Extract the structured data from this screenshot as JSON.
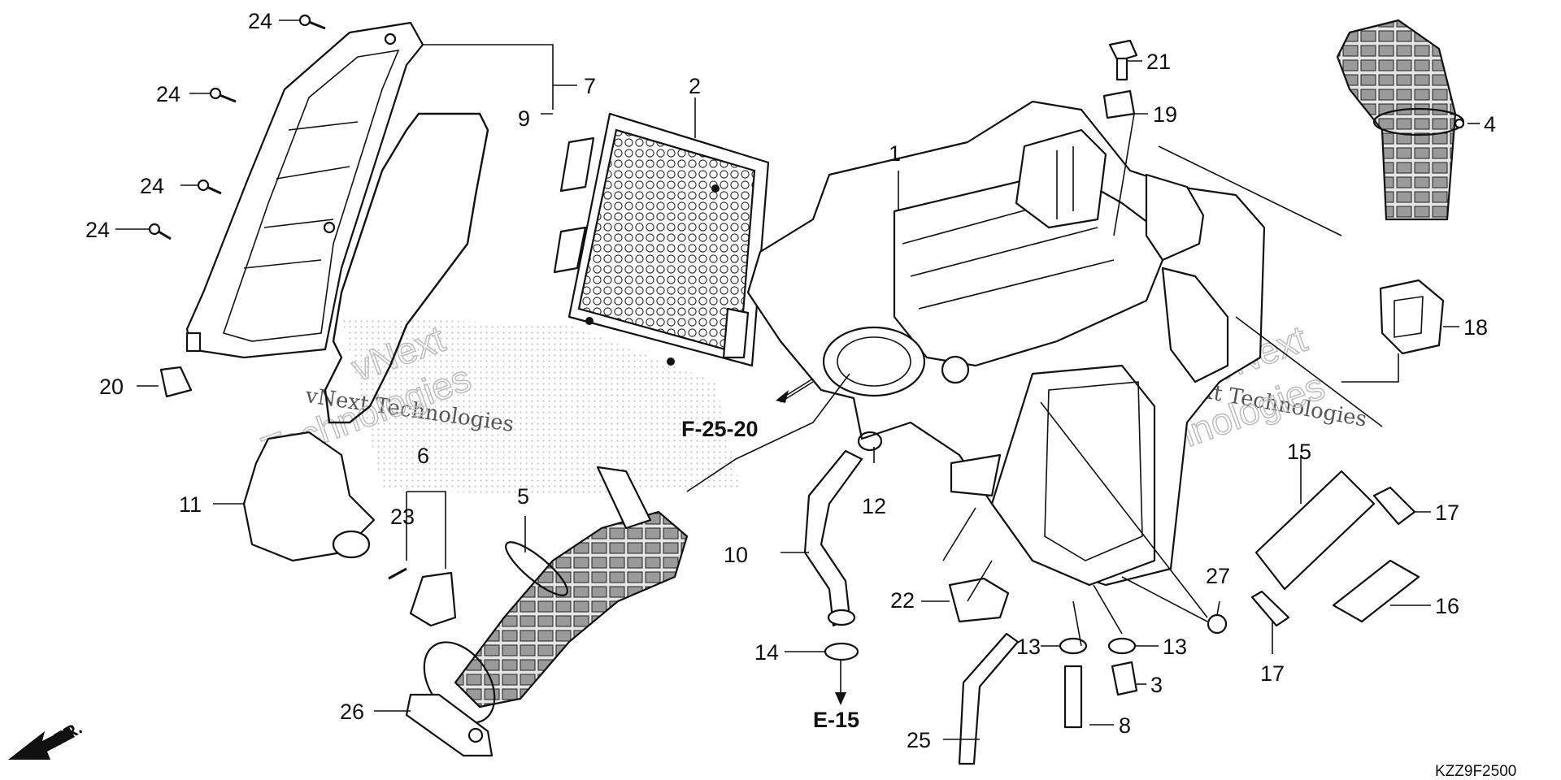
{
  "callouts": [
    {
      "id": "c1",
      "text": "1"
    },
    {
      "id": "c2",
      "text": "2"
    },
    {
      "id": "c3",
      "text": "3"
    },
    {
      "id": "c4",
      "text": "4"
    },
    {
      "id": "c5",
      "text": "5"
    },
    {
      "id": "c6",
      "text": "6"
    },
    {
      "id": "c7",
      "text": "7"
    },
    {
      "id": "c8",
      "text": "8"
    },
    {
      "id": "c9",
      "text": "9"
    },
    {
      "id": "c10",
      "text": "10"
    },
    {
      "id": "c11",
      "text": "11"
    },
    {
      "id": "c12",
      "text": "12"
    },
    {
      "id": "c13a",
      "text": "13"
    },
    {
      "id": "c13b",
      "text": "13"
    },
    {
      "id": "c14",
      "text": "14"
    },
    {
      "id": "c15",
      "text": "15"
    },
    {
      "id": "c16",
      "text": "16"
    },
    {
      "id": "c17a",
      "text": "17"
    },
    {
      "id": "c17b",
      "text": "17"
    },
    {
      "id": "c18",
      "text": "18"
    },
    {
      "id": "c19",
      "text": "19"
    },
    {
      "id": "c20",
      "text": "20"
    },
    {
      "id": "c21",
      "text": "21"
    },
    {
      "id": "c22",
      "text": "22"
    },
    {
      "id": "c23",
      "text": "23"
    },
    {
      "id": "c24a",
      "text": "24"
    },
    {
      "id": "c24b",
      "text": "24"
    },
    {
      "id": "c24c",
      "text": "24"
    },
    {
      "id": "c24d",
      "text": "24"
    },
    {
      "id": "c25",
      "text": "25"
    },
    {
      "id": "c26",
      "text": "26"
    },
    {
      "id": "c27",
      "text": "27"
    }
  ],
  "references": {
    "f_ref": "F-25-20",
    "e_ref": "E-15",
    "front_arrow": "FR."
  },
  "diagram_code": "KZZ9F2500",
  "watermark": {
    "line1": "vNext Technologies",
    "line2": "vNext",
    "line3": "Technologies"
  }
}
